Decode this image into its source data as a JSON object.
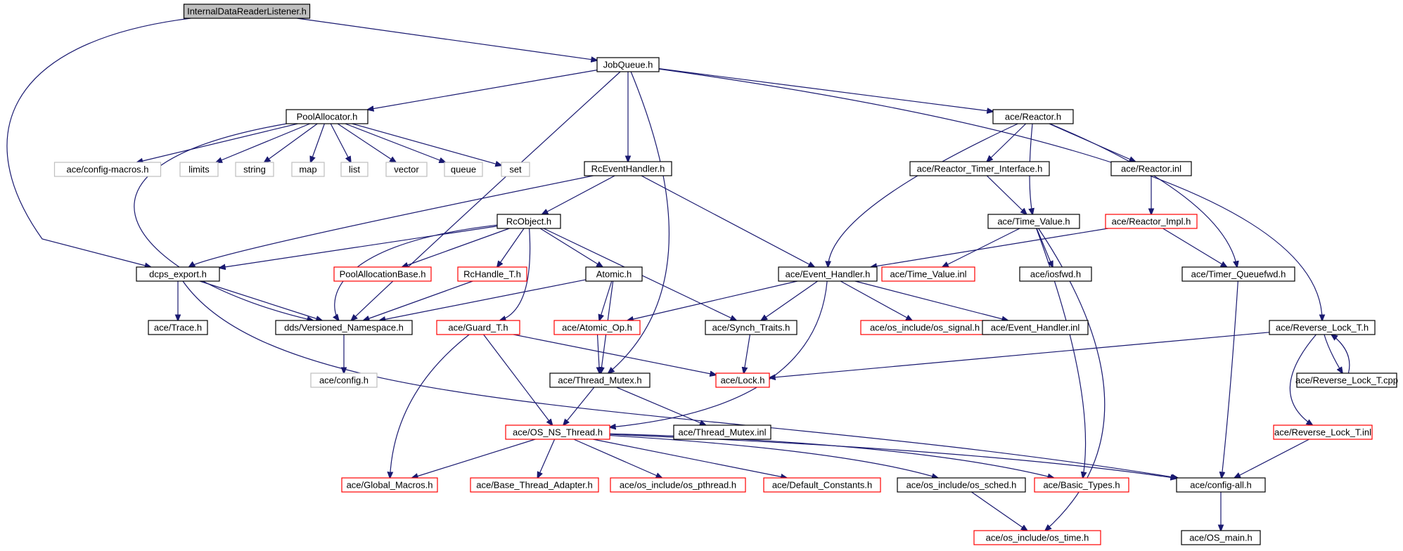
{
  "colors": {
    "edge": "#191970",
    "box_normal": "#000000",
    "box_incomplete": "#ff0000",
    "box_external": "#bfbfbf",
    "root_fill": "#bfbfbf",
    "text": "#000000"
  },
  "nodes": [
    {
      "id": "n_internal",
      "label": "InternalDataReaderListener.h",
      "kind": "root"
    },
    {
      "id": "n_jobqueue",
      "label": "JobQueue.h",
      "kind": "normal"
    },
    {
      "id": "n_poolalloc",
      "label": "PoolAllocator.h",
      "kind": "normal"
    },
    {
      "id": "n_cfgmacros",
      "label": "ace/config-macros.h",
      "kind": "external"
    },
    {
      "id": "n_limits",
      "label": "limits",
      "kind": "external"
    },
    {
      "id": "n_string",
      "label": "string",
      "kind": "external"
    },
    {
      "id": "n_map",
      "label": "map",
      "kind": "external"
    },
    {
      "id": "n_list",
      "label": "list",
      "kind": "external"
    },
    {
      "id": "n_vector",
      "label": "vector",
      "kind": "external"
    },
    {
      "id": "n_queue",
      "label": "queue",
      "kind": "external"
    },
    {
      "id": "n_set",
      "label": "set",
      "kind": "external"
    },
    {
      "id": "n_rceh",
      "label": "RcEventHandler.h",
      "kind": "normal"
    },
    {
      "id": "n_reactor",
      "label": "ace/Reactor.h",
      "kind": "normal"
    },
    {
      "id": "n_rti",
      "label": "ace/Reactor_Timer_Interface.h",
      "kind": "normal"
    },
    {
      "id": "n_reactorinl",
      "label": "ace/Reactor.inl",
      "kind": "normal"
    },
    {
      "id": "n_timevalue",
      "label": "ace/Time_Value.h",
      "kind": "normal"
    },
    {
      "id": "n_reactorimpl",
      "label": "ace/Reactor_Impl.h",
      "kind": "incomplete"
    },
    {
      "id": "n_rcobject",
      "label": "RcObject.h",
      "kind": "normal"
    },
    {
      "id": "n_dcps",
      "label": "dcps_export.h",
      "kind": "normal"
    },
    {
      "id": "n_pab",
      "label": "PoolAllocationBase.h",
      "kind": "incomplete"
    },
    {
      "id": "n_rchandle",
      "label": "RcHandle_T.h",
      "kind": "incomplete"
    },
    {
      "id": "n_atomic",
      "label": "Atomic.h",
      "kind": "normal"
    },
    {
      "id": "n_evh",
      "label": "ace/Event_Handler.h",
      "kind": "normal"
    },
    {
      "id": "n_tvinl",
      "label": "ace/Time_Value.inl",
      "kind": "incomplete"
    },
    {
      "id": "n_iosfwd",
      "label": "ace/iosfwd.h",
      "kind": "normal"
    },
    {
      "id": "n_tqfwd",
      "label": "ace/Timer_Queuefwd.h",
      "kind": "normal"
    },
    {
      "id": "n_trace",
      "label": "ace/Trace.h",
      "kind": "normal"
    },
    {
      "id": "n_vns",
      "label": "dds/Versioned_Namespace.h",
      "kind": "normal"
    },
    {
      "id": "n_guard",
      "label": "ace/Guard_T.h",
      "kind": "incomplete"
    },
    {
      "id": "n_atomicop",
      "label": "ace/Atomic_Op.h",
      "kind": "incomplete"
    },
    {
      "id": "n_synch",
      "label": "ace/Synch_Traits.h",
      "kind": "normal"
    },
    {
      "id": "n_ossignal",
      "label": "ace/os_include/os_signal.h",
      "kind": "incomplete"
    },
    {
      "id": "n_evhinl",
      "label": "ace/Event_Handler.inl",
      "kind": "normal"
    },
    {
      "id": "n_rlt",
      "label": "ace/Reverse_Lock_T.h",
      "kind": "normal"
    },
    {
      "id": "n_config",
      "label": "ace/config.h",
      "kind": "external"
    },
    {
      "id": "n_tmutex",
      "label": "ace/Thread_Mutex.h",
      "kind": "normal"
    },
    {
      "id": "n_lock",
      "label": "ace/Lock.h",
      "kind": "incomplete"
    },
    {
      "id": "n_rltcpp",
      "label": "ace/Reverse_Lock_T.cpp",
      "kind": "normal"
    },
    {
      "id": "n_osns",
      "label": "ace/OS_NS_Thread.h",
      "kind": "incomplete"
    },
    {
      "id": "n_tmutexinl",
      "label": "ace/Thread_Mutex.inl",
      "kind": "normal"
    },
    {
      "id": "n_rltinl",
      "label": "ace/Reverse_Lock_T.inl",
      "kind": "incomplete"
    },
    {
      "id": "n_globalm",
      "label": "ace/Global_Macros.h",
      "kind": "incomplete"
    },
    {
      "id": "n_bta",
      "label": "ace/Base_Thread_Adapter.h",
      "kind": "incomplete"
    },
    {
      "id": "n_pthread",
      "label": "ace/os_include/os_pthread.h",
      "kind": "incomplete"
    },
    {
      "id": "n_defconst",
      "label": "ace/Default_Constants.h",
      "kind": "incomplete"
    },
    {
      "id": "n_ossched",
      "label": "ace/os_include/os_sched.h",
      "kind": "normal"
    },
    {
      "id": "n_basictypes",
      "label": "ace/Basic_Types.h",
      "kind": "incomplete"
    },
    {
      "id": "n_cfgall",
      "label": "ace/config-all.h",
      "kind": "normal"
    },
    {
      "id": "n_ostime",
      "label": "ace/os_include/os_time.h",
      "kind": "incomplete"
    },
    {
      "id": "n_osmain",
      "label": "ace/OS_main.h",
      "kind": "normal"
    }
  ],
  "edges": [
    [
      "n_internal",
      "n_jobqueue"
    ],
    [
      "n_internal",
      "n_dcps"
    ],
    [
      "n_jobqueue",
      "n_poolalloc"
    ],
    [
      "n_jobqueue",
      "n_rceh"
    ],
    [
      "n_jobqueue",
      "n_reactor"
    ],
    [
      "n_jobqueue",
      "n_vns"
    ],
    [
      "n_jobqueue",
      "n_tmutex"
    ],
    [
      "n_jobqueue",
      "n_rlt"
    ],
    [
      "n_poolalloc",
      "n_cfgmacros"
    ],
    [
      "n_poolalloc",
      "n_limits"
    ],
    [
      "n_poolalloc",
      "n_string"
    ],
    [
      "n_poolalloc",
      "n_map"
    ],
    [
      "n_poolalloc",
      "n_list"
    ],
    [
      "n_poolalloc",
      "n_vector"
    ],
    [
      "n_poolalloc",
      "n_queue"
    ],
    [
      "n_poolalloc",
      "n_set"
    ],
    [
      "n_poolalloc",
      "n_vns"
    ],
    [
      "n_rceh",
      "n_rcobject"
    ],
    [
      "n_rceh",
      "n_dcps"
    ],
    [
      "n_rceh",
      "n_evh"
    ],
    [
      "n_reactor",
      "n_rti"
    ],
    [
      "n_reactor",
      "n_reactorinl"
    ],
    [
      "n_reactor",
      "n_timevalue"
    ],
    [
      "n_reactor",
      "n_evh"
    ],
    [
      "n_reactor",
      "n_tqfwd"
    ],
    [
      "n_rti",
      "n_timevalue"
    ],
    [
      "n_reactorinl",
      "n_reactorimpl"
    ],
    [
      "n_reactorimpl",
      "n_evh"
    ],
    [
      "n_reactorimpl",
      "n_tqfwd"
    ],
    [
      "n_timevalue",
      "n_tvinl"
    ],
    [
      "n_timevalue",
      "n_iosfwd"
    ],
    [
      "n_timevalue",
      "n_basictypes"
    ],
    [
      "n_timevalue",
      "n_ostime"
    ],
    [
      "n_rcobject",
      "n_dcps"
    ],
    [
      "n_rcobject",
      "n_pab"
    ],
    [
      "n_rcobject",
      "n_rchandle"
    ],
    [
      "n_rcobject",
      "n_atomic"
    ],
    [
      "n_rcobject",
      "n_guard"
    ],
    [
      "n_rcobject",
      "n_synch"
    ],
    [
      "n_rcobject",
      "n_vns"
    ],
    [
      "n_dcps",
      "n_trace"
    ],
    [
      "n_dcps",
      "n_vns"
    ],
    [
      "n_dcps",
      "n_cfgall"
    ],
    [
      "n_rchandle",
      "n_vns"
    ],
    [
      "n_atomic",
      "n_atomicop"
    ],
    [
      "n_atomic",
      "n_tmutex"
    ],
    [
      "n_atomic",
      "n_vns"
    ],
    [
      "n_evh",
      "n_atomicop"
    ],
    [
      "n_evh",
      "n_synch"
    ],
    [
      "n_evh",
      "n_ossignal"
    ],
    [
      "n_evh",
      "n_evhinl"
    ],
    [
      "n_evh",
      "n_osns"
    ],
    [
      "n_tqfwd",
      "n_cfgall"
    ],
    [
      "n_vns",
      "n_config"
    ],
    [
      "n_guard",
      "n_lock"
    ],
    [
      "n_guard",
      "n_osns"
    ],
    [
      "n_guard",
      "n_globalm"
    ],
    [
      "n_atomicop",
      "n_tmutex"
    ],
    [
      "n_synch",
      "n_lock"
    ],
    [
      "n_rlt",
      "n_lock"
    ],
    [
      "n_rlt",
      "n_rltcpp"
    ],
    [
      "n_rlt",
      "n_rltinl"
    ],
    [
      "n_rltcpp",
      "n_rlt"
    ],
    [
      "n_tmutex",
      "n_osns"
    ],
    [
      "n_tmutex",
      "n_tmutexinl"
    ],
    [
      "n_rltinl",
      "n_cfgall"
    ],
    [
      "n_osns",
      "n_globalm"
    ],
    [
      "n_osns",
      "n_bta"
    ],
    [
      "n_osns",
      "n_pthread"
    ],
    [
      "n_osns",
      "n_defconst"
    ],
    [
      "n_osns",
      "n_ossched"
    ],
    [
      "n_osns",
      "n_basictypes"
    ],
    [
      "n_osns",
      "n_cfgall"
    ],
    [
      "n_ossched",
      "n_ostime"
    ],
    [
      "n_cfgall",
      "n_osmain"
    ]
  ]
}
